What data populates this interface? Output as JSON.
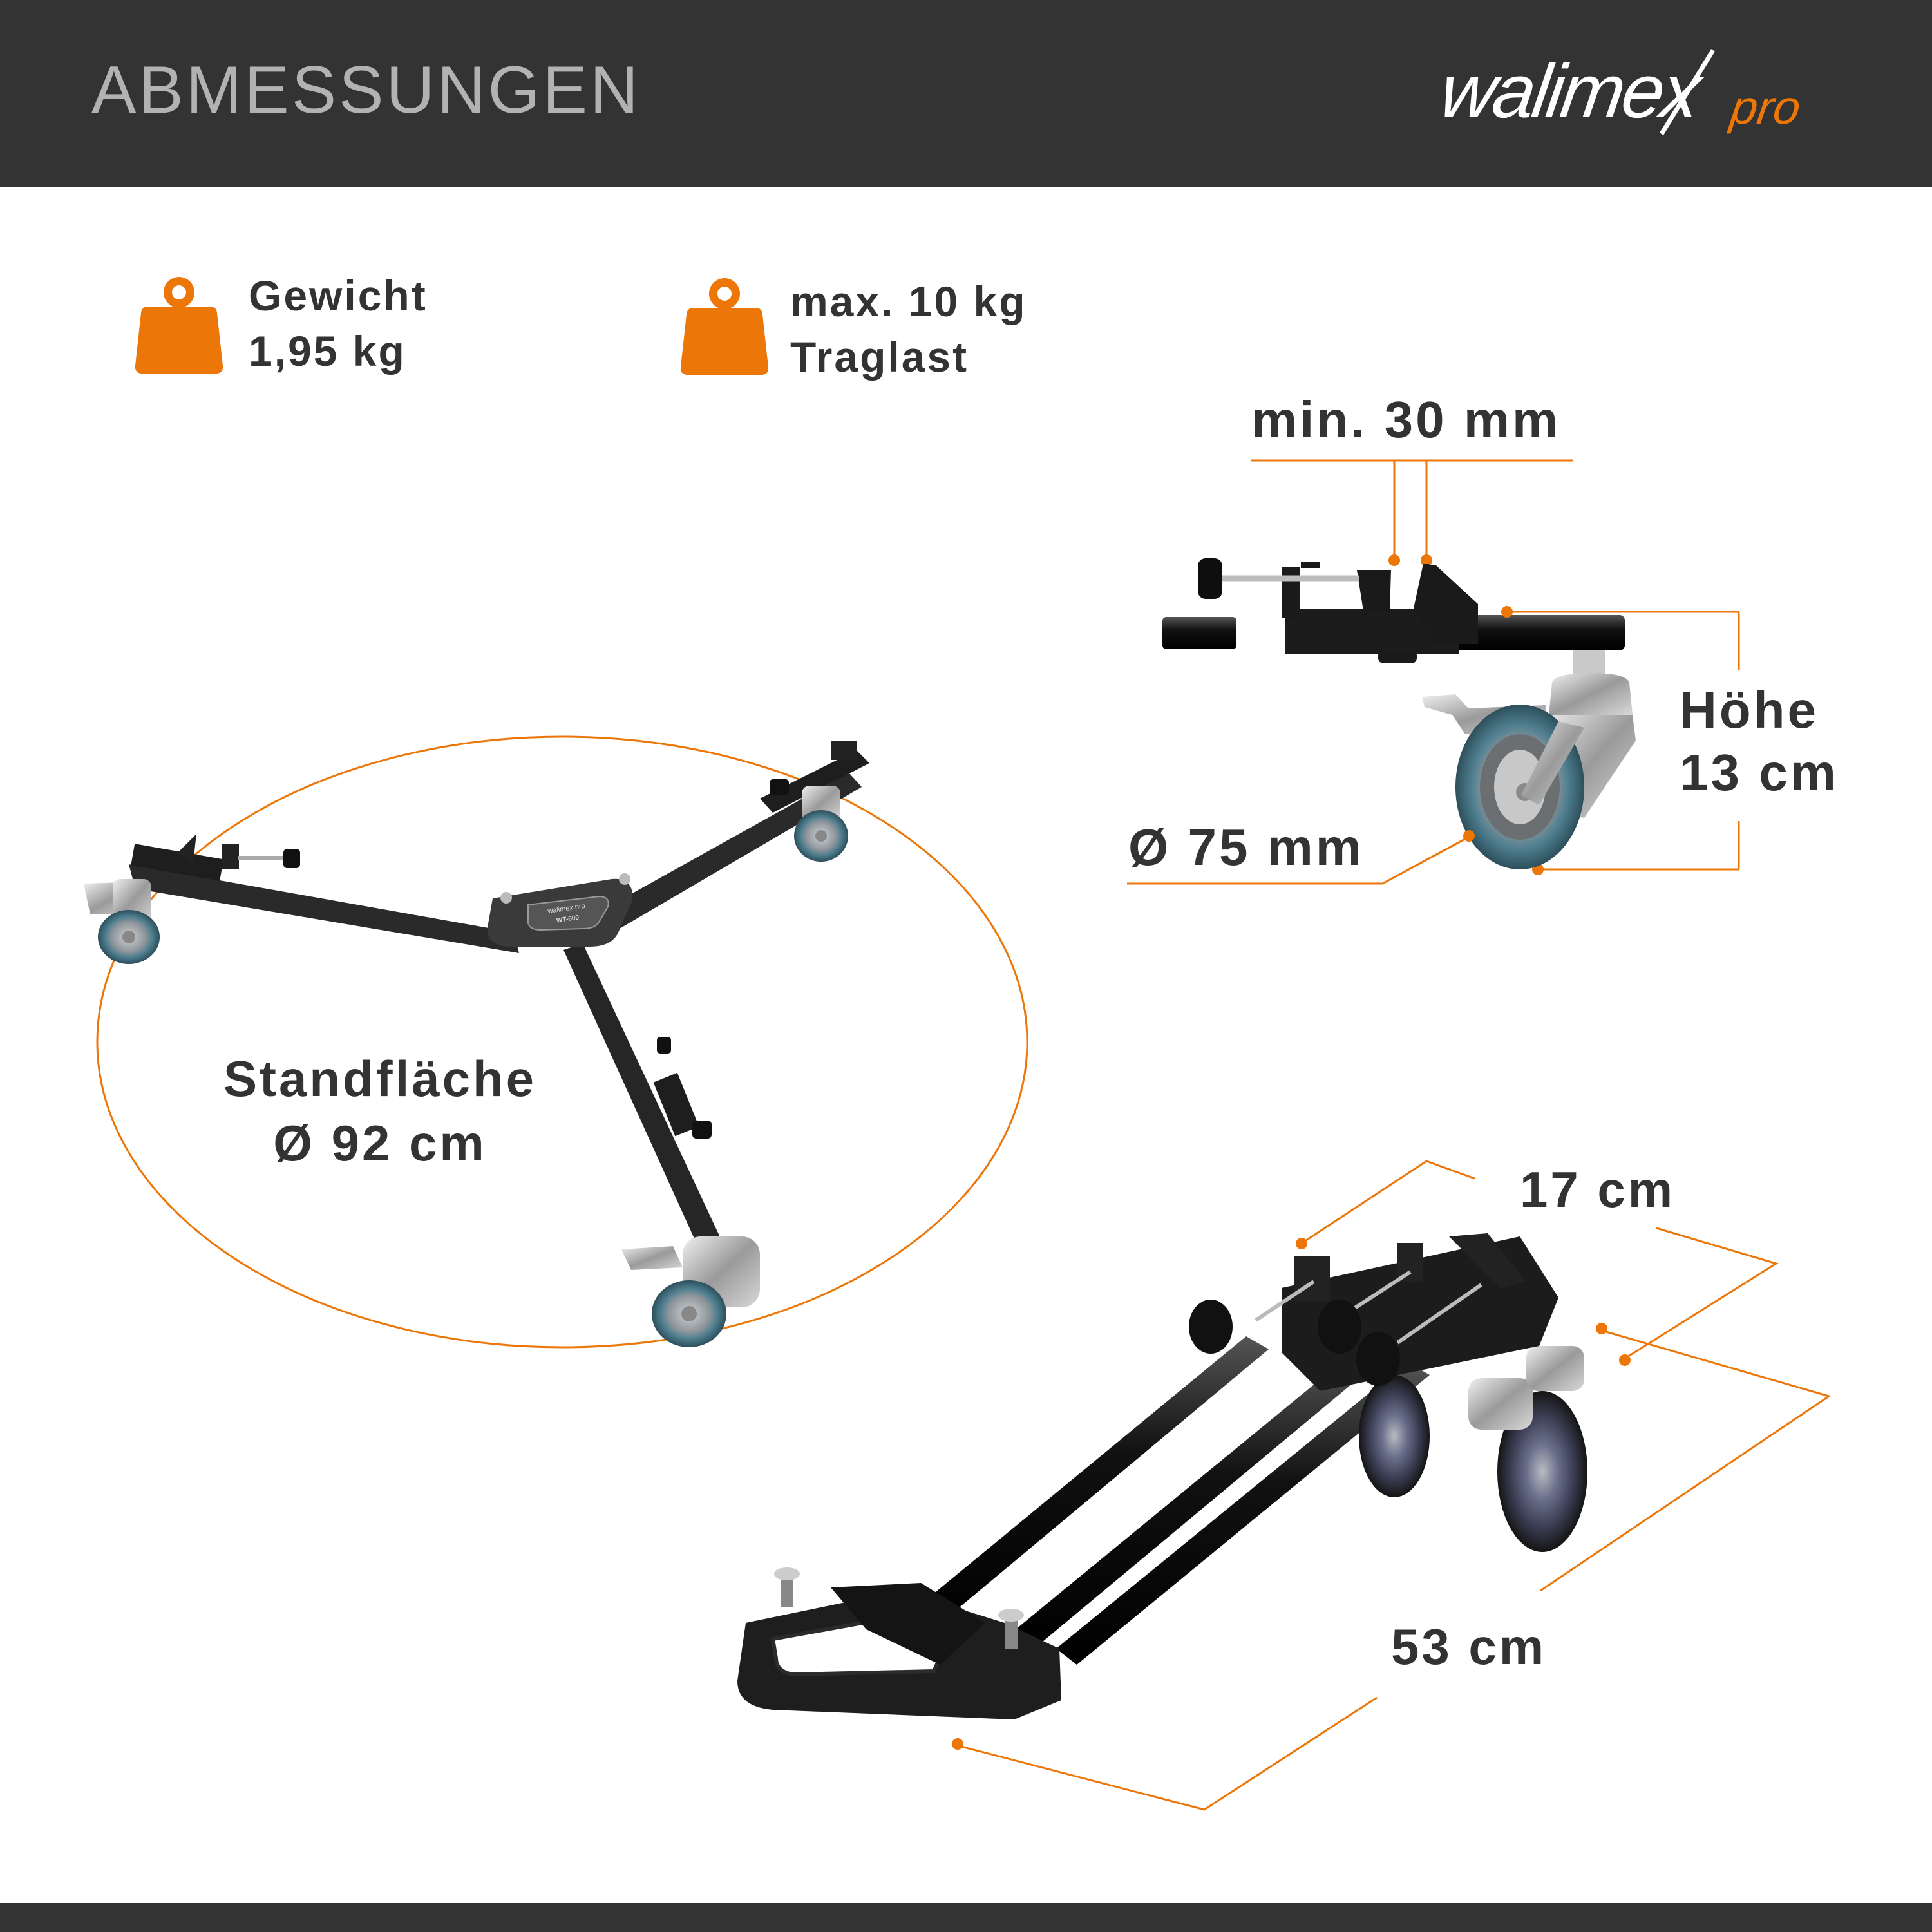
{
  "header": {
    "title": "ABMESSUNGEN",
    "brand": {
      "name": "walimex",
      "suffix": "pro",
      "name_color": "#ffffff",
      "suffix_color": "#ec7608"
    }
  },
  "colors": {
    "background": "#ffffff",
    "bar": "#333333",
    "accent": "#ec7608",
    "text": "#333333",
    "title": "#b2b2b2"
  },
  "specs": [
    {
      "icon": "weight-icon",
      "line1": "Gewicht",
      "line2": "1,95 kg"
    },
    {
      "icon": "weight-icon",
      "line1": "max. 10 kg",
      "line2": "Traglast"
    }
  ],
  "dimensions": {
    "clamp_opening": "min. 30 mm",
    "height_label": "Höhe",
    "height_value": "13 cm",
    "wheel_diameter": "Ø 75 mm",
    "footprint_label": "Standfläche",
    "footprint_value": "Ø 92 cm",
    "folded_width": "17 cm",
    "folded_length": "53 cm"
  },
  "product": {
    "hub_label_brand": "walimex pro",
    "hub_label_model": "WT-600"
  }
}
